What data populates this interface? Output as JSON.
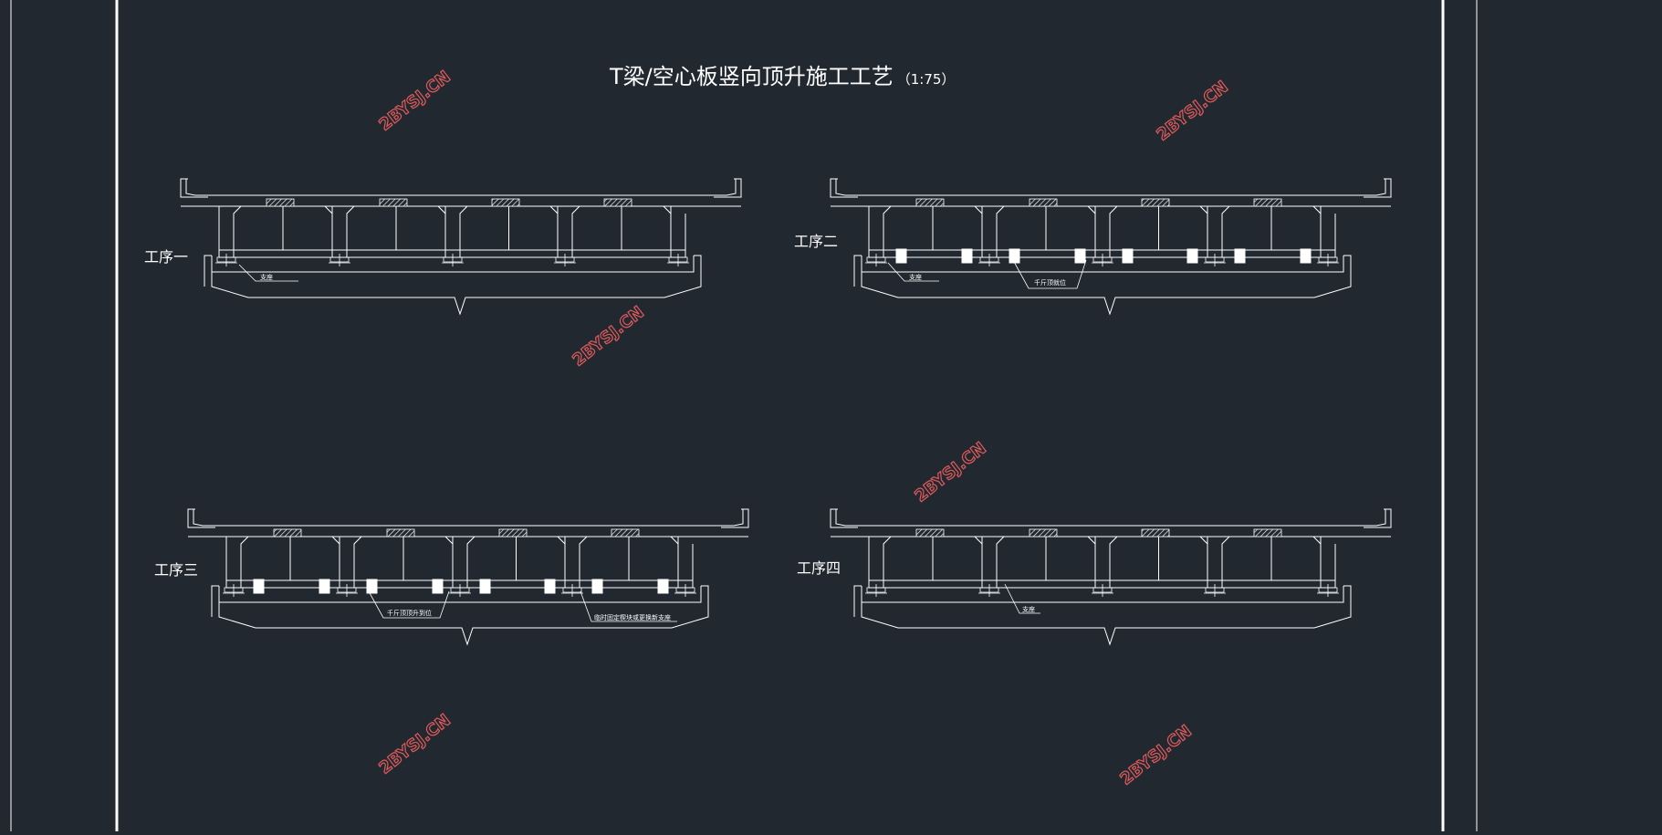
{
  "drawing": {
    "title": "T梁/空心板竖向顶升施工工艺",
    "scale": "（1:75）",
    "stages": [
      {
        "label": "工序一",
        "callouts": [
          "支座"
        ]
      },
      {
        "label": "工序二",
        "callouts": [
          "支座",
          "千斤顶就位"
        ]
      },
      {
        "label": "工序三",
        "callouts": [
          "千斤顶顶升到位",
          "临时固定楔块或更换新支座"
        ]
      },
      {
        "label": "工序四",
        "callouts": [
          "支座"
        ]
      }
    ]
  },
  "watermark": {
    "text": "2BYSJ.CN",
    "color": "#e05a5a"
  },
  "colors": {
    "background": "#212830",
    "line": "#ffffff"
  }
}
